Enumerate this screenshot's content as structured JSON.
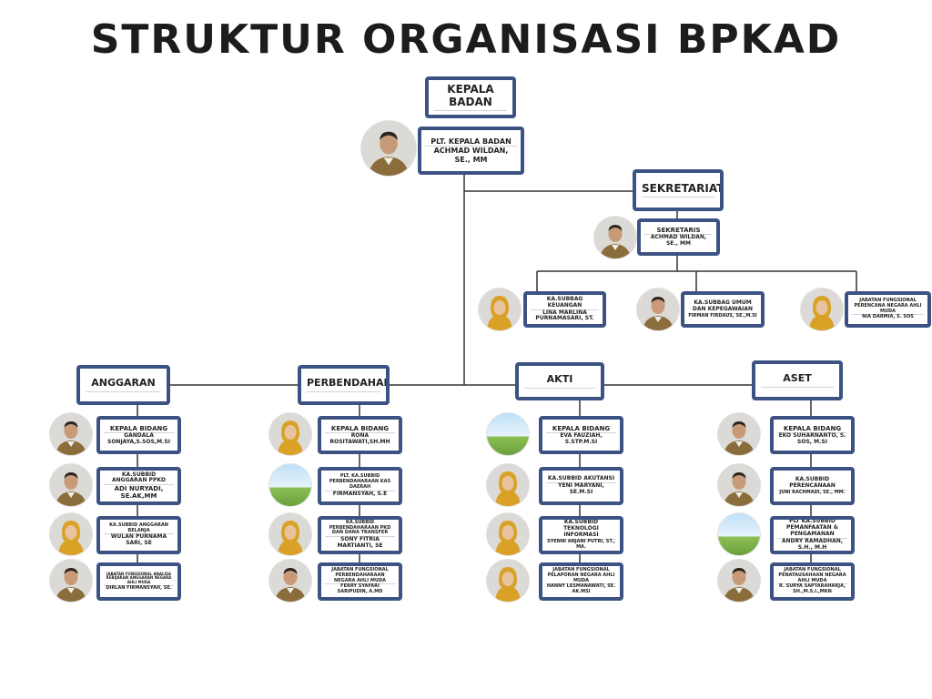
{
  "title": "STRUKTUR ORGANISASI BPKAD",
  "colors": {
    "box_border": "#3b5282",
    "line": "#333333",
    "uniform": "#8a6d3b",
    "hijab": "#d9a227"
  },
  "head": {
    "label": "KEPALA BADAN",
    "person": {
      "title": "PLT. KEPALA BADAN",
      "name": "ACHMAD WILDAN, SE., MM",
      "photo": "portrait-man"
    }
  },
  "sekretariat": {
    "label": "SEKRETARIAT",
    "person": {
      "title": "SEKRETARIS",
      "name": "ACHMAD WILDAN, SE., MM",
      "photo": "portrait-man"
    },
    "subbags": [
      {
        "title": "KA.SUBBAG KEUANGAN",
        "name": "LINA MARLINA PURNAMASARI, ST.",
        "photo": "portrait-hijab"
      },
      {
        "title": "KA.SUBBAG UMUM DAN KEPEGAWAIAN",
        "name": "FIRMAN FIRDAUS, SE.,M.SI",
        "photo": "portrait-man"
      },
      {
        "title": "JABATAN FUNGSIONAL PERENCANA NEGARA AHLI MUDA",
        "name": "NIA DARMIA, S. SOS",
        "photo": "portrait-hijab"
      }
    ]
  },
  "bidang": [
    {
      "label": "ANGGARAN",
      "members": [
        {
          "title": "KEPALA BIDANG",
          "name": "GANDALA SONJAYA,S.SOS,M.SI",
          "photo": "portrait-man"
        },
        {
          "title": "KA.SUBBID ANGGARAN PPKD",
          "name": "ADI NURYADI, SE.AK,MM",
          "photo": "portrait-man"
        },
        {
          "title": "KA.SUBBID ANGGARAN BELANJA",
          "name": "WULAN PURNAMA SARI, SE",
          "photo": "portrait-hijab"
        },
        {
          "title": "JABATAN FUNGSIONAL ANALISA KEBIJAKAN ANGGARAN NEGARA AHLI MUDA",
          "name": "DIRLAN FIRMANSYAH, SE.",
          "photo": "portrait-man"
        }
      ]
    },
    {
      "label": "PERBENDAHARAAN",
      "members": [
        {
          "title": "KEPALA BIDANG",
          "name": "RONA ROSITAWATI,SH.MH",
          "photo": "portrait-hijab"
        },
        {
          "title": "PLT. KA.SUBBID PERBENDAHARAAN KAS DAERAH",
          "name": "FIRMANSYAH, S.E",
          "photo": "placeholder"
        },
        {
          "title": "KA.SUBBID PERBENDAHARAAN PKD DAN DANA TRANSFER",
          "name": "SONY FITRIA MARTIANTI, SE",
          "photo": "portrait-hijab"
        },
        {
          "title": "JABATAN FUNGSIONAL PERBENDAHARAAN NEGARA AHLI MUDA",
          "name": "FERRY SYAFARI SARIPUDIN, A.MD",
          "photo": "portrait-man"
        }
      ]
    },
    {
      "label": "AKTI",
      "members": [
        {
          "title": "KEPALA BIDANG",
          "name": "EVA FAUZIAH, S.STP.M.SI",
          "photo": "placeholder"
        },
        {
          "title": "KA.SUBBID AKUTANSI",
          "name": "YENI MARYANI, SE.M.SI",
          "photo": "portrait-hijab"
        },
        {
          "title": "KA.SUBBID TEKNOLOGI INFORMASI",
          "name": "SYENNI ANJANI PUTRI, ST., MA.",
          "photo": "portrait-hijab"
        },
        {
          "title": "JABATAN FUNGSIONAL PELAPORAN NEGARA AHLI MUDA",
          "name": "HANNY LESMANAWATI, SE. AK.MSI",
          "photo": "portrait-hijab"
        }
      ]
    },
    {
      "label": "ASET",
      "members": [
        {
          "title": "KEPALA BIDANG",
          "name": "EKO SUHARNANTO, S. SOS, M.SI",
          "photo": "portrait-man"
        },
        {
          "title": "KA.SUBBID PERENCANAAN",
          "name": "JUNI RACHMADI, SE., MM.",
          "photo": "portrait-man"
        },
        {
          "title": "PLT KA.SUBBID PEMANFAATAN & PENGAMANAN",
          "name": "ANDRY RAMADHAN, S.H., M.H",
          "photo": "placeholder"
        },
        {
          "title": "JABATAN FUNGSIONAL PENATAUSAHAAN NEGARA AHLI MUDA",
          "name": "R. SURYA SAPTARAHARJA, SH.,M.S.I.,MKN",
          "photo": "portrait-man"
        }
      ]
    }
  ]
}
